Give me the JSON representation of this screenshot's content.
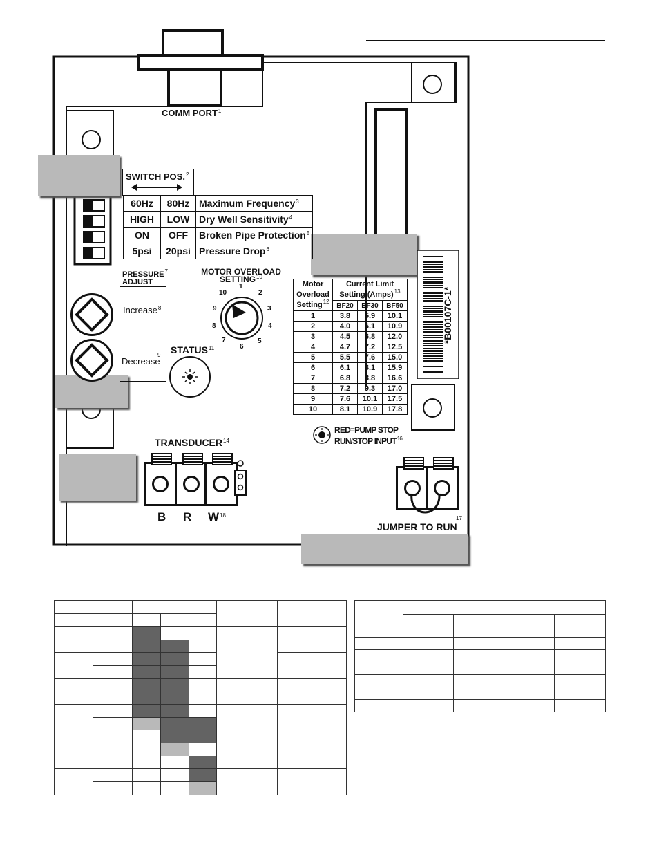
{
  "board": {
    "comm_port": "COMM PORT",
    "comm_port_note": "1",
    "switch_pos": "SWITCH POS.",
    "switch_pos_note": "2",
    "switch_rows": [
      {
        "a": "60Hz",
        "b": "80Hz",
        "label": "Maximum Frequency",
        "note": "3"
      },
      {
        "a": "HIGH",
        "b": "LOW",
        "label": "Dry Well Sensitivity",
        "note": "4"
      },
      {
        "a": "ON",
        "b": "OFF",
        "label": "Broken Pipe Protection",
        "note": "5"
      },
      {
        "a": "5psi",
        "b": "20psi",
        "label": "Pressure Drop",
        "note": "6"
      }
    ],
    "pressure_adjust_1": "PRESSURE",
    "pressure_adjust_2": "ADJUST",
    "pressure_adjust_note": "7",
    "increase": "Increase",
    "increase_note": "8",
    "decrease": "Decrease",
    "decrease_note": "9",
    "motor_overload_1": "MOTOR OVERLOAD",
    "motor_overload_2": "SETTING",
    "motor_overload_note": "10",
    "dial_numbers": [
      "1",
      "2",
      "3",
      "4",
      "5",
      "6",
      "7",
      "8",
      "9",
      "10"
    ],
    "status": "STATUS",
    "status_note": "11",
    "barcode_text": "*B00107C-1*",
    "limit_table": {
      "h_motor": "Motor",
      "h_overload": "Overload",
      "h_setting": "Setting",
      "h_setting_note": "12",
      "h_current": "Current Limit",
      "h_setting_amps": "Setting (Amps)",
      "h_setting_amps_note": "13",
      "cols": [
        "BF20",
        "BF30",
        "BF50"
      ],
      "rows": [
        [
          "1",
          "3.8",
          "5.9",
          "10.1"
        ],
        [
          "2",
          "4.0",
          "6.1",
          "10.9"
        ],
        [
          "3",
          "4.5",
          "6.8",
          "12.0"
        ],
        [
          "4",
          "4.7",
          "7.2",
          "12.5"
        ],
        [
          "5",
          "5.5",
          "7.6",
          "15.0"
        ],
        [
          "6",
          "6.1",
          "8.1",
          "15.9"
        ],
        [
          "7",
          "6.8",
          "8.8",
          "16.6"
        ],
        [
          "8",
          "7.2",
          "9.3",
          "17.0"
        ],
        [
          "9",
          "7.6",
          "10.1",
          "17.5"
        ],
        [
          "10",
          "8.1",
          "10.9",
          "17.8"
        ]
      ]
    },
    "red_pump_stop": "RED=PUMP STOP",
    "run_stop_input": "RUN/STOP INPUT",
    "run_stop_note": "16",
    "transducer": "TRANSDUCER",
    "transducer_note": "14",
    "term_b": "B",
    "term_r": "R",
    "term_w": "W",
    "term_note": "18",
    "jumper": "JUMPER TO RUN",
    "jumper_note": "17"
  },
  "colors": {
    "dark_cell": "#636363",
    "light_cell": "#b9b9b9",
    "callout_gray": "#b9b9b9"
  }
}
